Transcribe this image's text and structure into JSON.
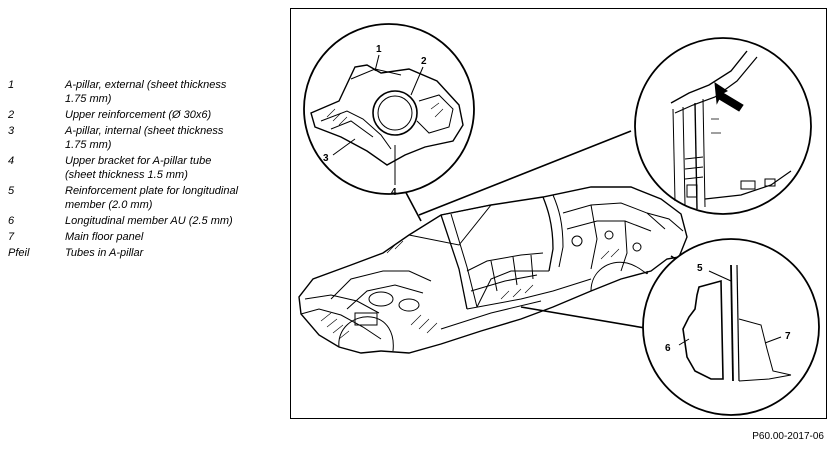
{
  "legend": [
    {
      "key": "1",
      "text": "A-pillar, external (sheet thickness\n1.75 mm)"
    },
    {
      "key": "2",
      "text": "Upper reinforcement (Ø 30x6)"
    },
    {
      "key": "3",
      "text": "A-pillar, internal (sheet thickness\n1.75 mm)"
    },
    {
      "key": "4",
      "text": "Upper bracket for A-pillar tube\n(sheet thickness 1.5 mm)"
    },
    {
      "key": "5",
      "text": "Reinforcement plate for longitudinal\nmember (2.0 mm)"
    },
    {
      "key": "6",
      "text": "Longitudinal member AU (2.5 mm)"
    },
    {
      "key": "7",
      "text": "Main floor panel"
    },
    {
      "key": "Pfeil",
      "text": "Tubes in A-pillar"
    }
  ],
  "callouts": {
    "c1": "1",
    "c2": "2",
    "c3": "3",
    "c4": "4",
    "c5": "5",
    "c6": "6",
    "c7": "7"
  },
  "figure_ref": "P60.00-2017-06"
}
